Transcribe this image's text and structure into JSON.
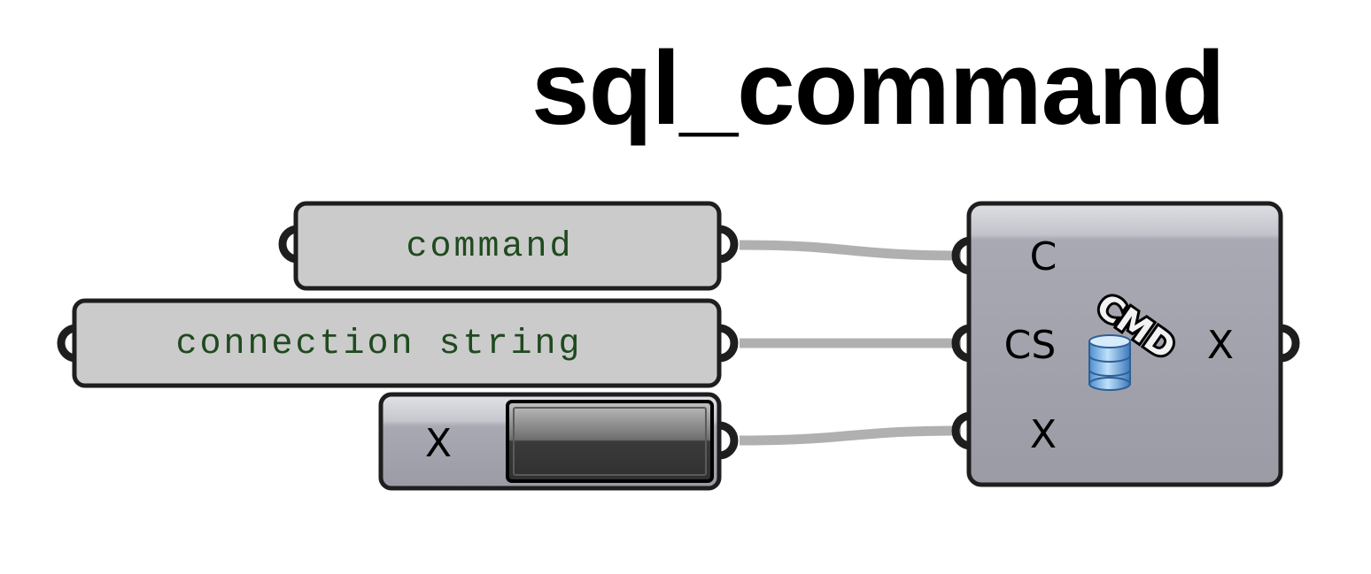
{
  "title": "sql_command",
  "colors": {
    "panel_fill": "#cbcbcb",
    "panel_text": "#1f4a1f",
    "component_fill": "#a6a6b0",
    "wire": "#b0b0b0",
    "outline": "#1e1e1e"
  },
  "panels": [
    {
      "id": "command",
      "text": "command"
    },
    {
      "id": "connection_string",
      "text": "connection string"
    }
  ],
  "toggle": {
    "label": "X"
  },
  "component": {
    "inputs": [
      {
        "label": "C"
      },
      {
        "label": "CS"
      },
      {
        "label": "X"
      }
    ],
    "output": {
      "label": "X"
    },
    "icon": "database-cmd-icon",
    "icon_text": "CMD"
  }
}
